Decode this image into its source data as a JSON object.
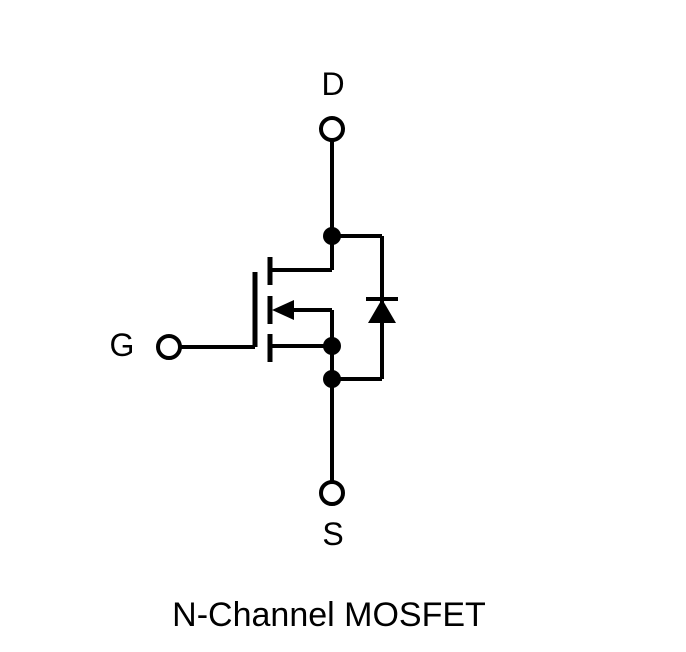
{
  "terminals": {
    "drain_label": "D",
    "gate_label": "G",
    "source_label": "S"
  },
  "caption": "N-Channel MOSFET",
  "colors": {
    "stroke": "#000000",
    "background": "#ffffff"
  }
}
